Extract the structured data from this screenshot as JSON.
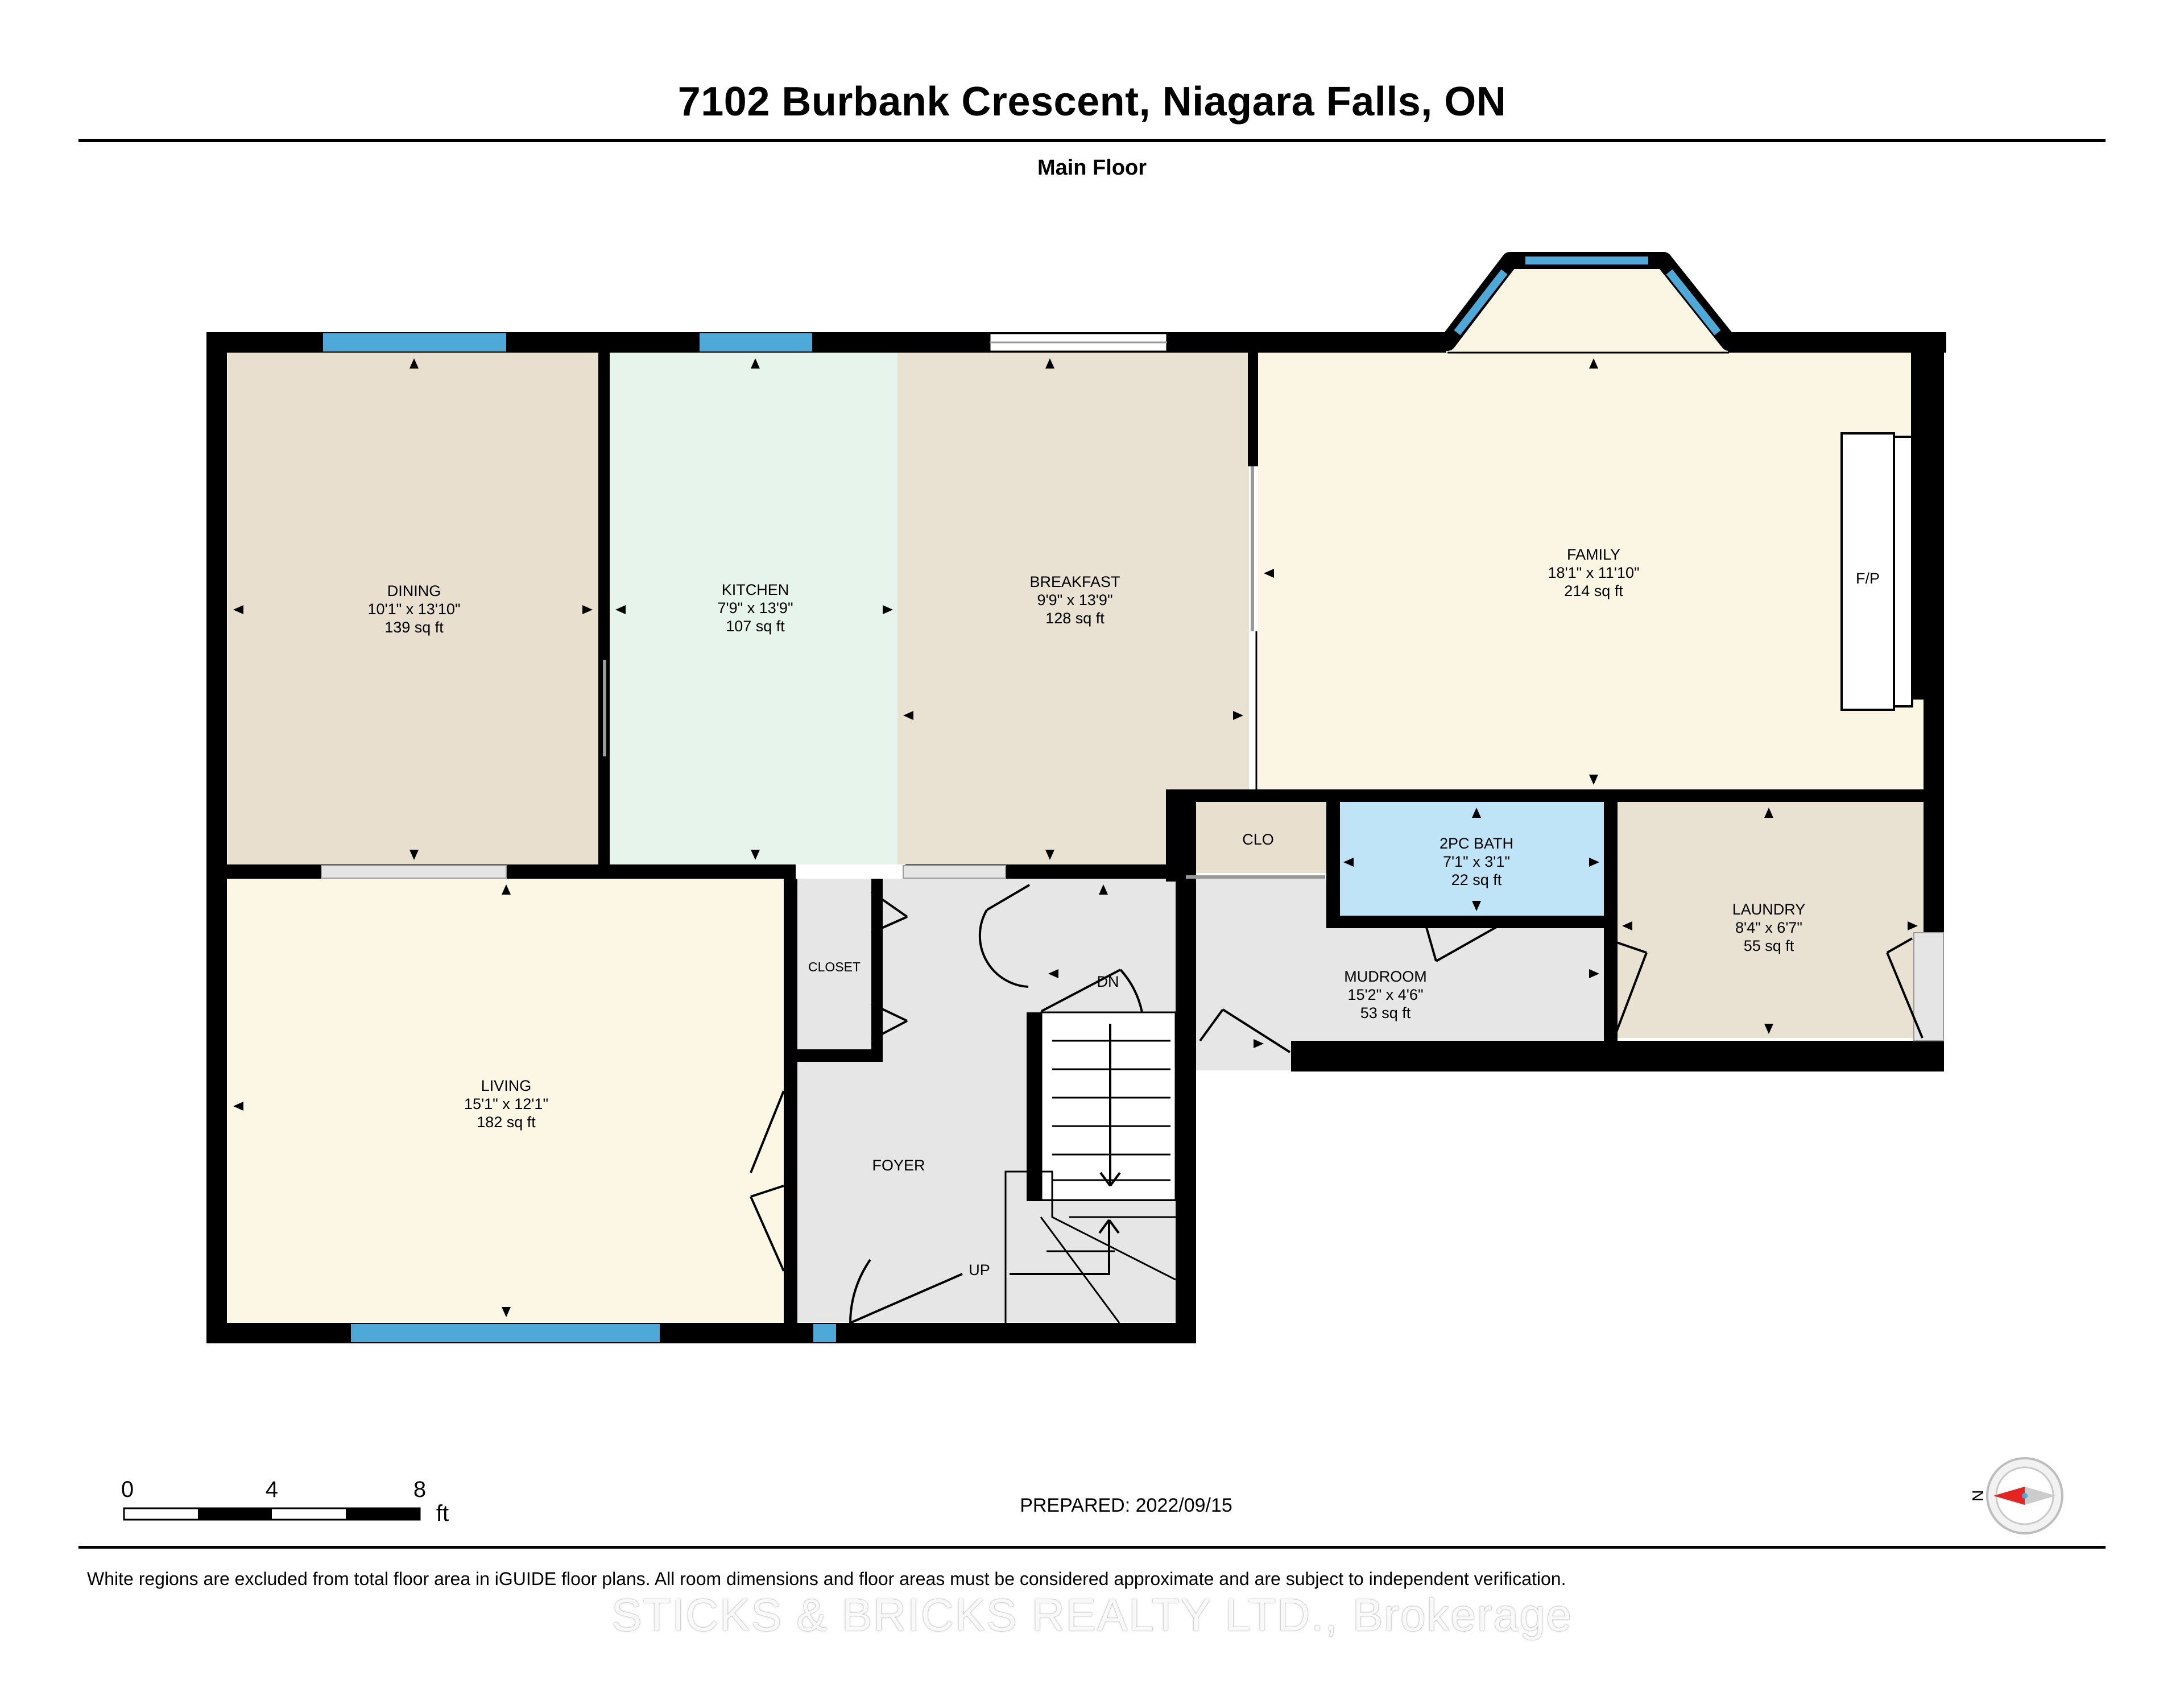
{
  "header": {
    "title": "7102 Burbank Crescent, Niagara Falls, ON",
    "floor": "Main Floor"
  },
  "rooms": {
    "dining": {
      "name": "DINING",
      "dims": "10'1\" x 13'10\"",
      "area": "139 sq ft"
    },
    "kitchen": {
      "name": "KITCHEN",
      "dims": "7'9\" x 13'9\"",
      "area": "107 sq ft"
    },
    "breakfast": {
      "name": "BREAKFAST",
      "dims": "9'9\" x 13'9\"",
      "area": "128 sq ft"
    },
    "family": {
      "name": "FAMILY",
      "dims": "18'1\" x 11'10\"",
      "area": "214 sq ft"
    },
    "living": {
      "name": "LIVING",
      "dims": "15'1\" x 12'1\"",
      "area": "182 sq ft"
    },
    "bath": {
      "name": "2PC BATH",
      "dims": "7'1\" x 3'1\"",
      "area": "22 sq ft"
    },
    "laundry": {
      "name": "LAUNDRY",
      "dims": "8'4\" x 6'7\"",
      "area": "55 sq ft"
    },
    "mudroom": {
      "name": "MUDROOM",
      "dims": "15'2\" x 4'6\"",
      "area": "53 sq ft"
    }
  },
  "labels": {
    "clo": "CLO",
    "closet": "CLOSET",
    "foyer": "FOYER",
    "fireplace": "F/P",
    "stairs_down": "DN",
    "stairs_up": "UP"
  },
  "scale": {
    "ticks": [
      "0",
      "4",
      "8"
    ],
    "unit": "ft"
  },
  "compass": {
    "letter": "N"
  },
  "footer": {
    "prepared": "PREPARED: 2022/09/15",
    "disclaimer": "White regions are excluded from total floor area in iGUIDE floor plans. All room dimensions and floor areas must be considered approximate and are subject to independent verification.",
    "watermark": "STICKS & BRICKS REALTY LTD., Brokerage"
  },
  "colors": {
    "wall": "#000000",
    "window": "#4fa9d8",
    "dining": "#e8dfcf",
    "kitchen": "#e6f4ec",
    "breakfast": "#e9e1d2",
    "family": "#fbf6e3",
    "living": "#fcf7e5",
    "bath": "#bfe4f7",
    "laundry": "#e9e1d2",
    "hall": "#e6e6e6",
    "closet": "#e8dfcf"
  }
}
